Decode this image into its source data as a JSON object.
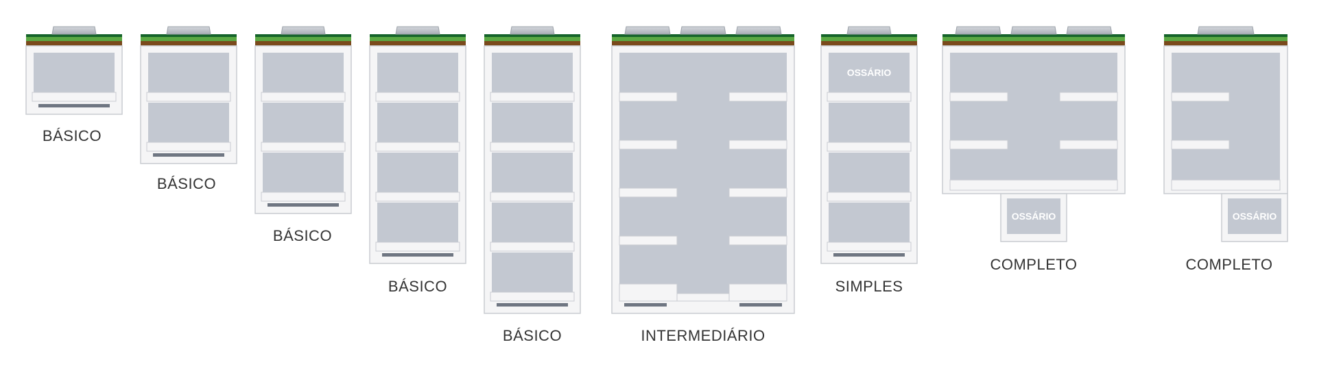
{
  "diagram": {
    "models": [
      {
        "id": "basico-1",
        "label": "BÁSICO",
        "levels": 1
      },
      {
        "id": "basico-2",
        "label": "BÁSICO",
        "levels": 2
      },
      {
        "id": "basico-3",
        "label": "BÁSICO",
        "levels": 3
      },
      {
        "id": "basico-4",
        "label": "BÁSICO",
        "levels": 4
      },
      {
        "id": "basico-5",
        "label": "BÁSICO",
        "levels": 5
      },
      {
        "id": "intermediario",
        "label": "INTERMEDIÁRIO",
        "levels": 5
      },
      {
        "id": "simples",
        "label": "SIMPLES",
        "levels": 4,
        "ossuary_label": "OSSÁRIO"
      },
      {
        "id": "completo-1",
        "label": "COMPLETO",
        "levels": 3,
        "ossuary_label": "OSSÁRIO"
      },
      {
        "id": "completo-2",
        "label": "COMPLETO",
        "levels": 3,
        "ossuary_label": "OSSÁRIO"
      }
    ]
  },
  "colors": {
    "grass": "#1e7a34",
    "grass_light": "#5aa843",
    "soil": "#7a4a1c",
    "lid": "#bcc0c6",
    "wall": "#f5f5f6",
    "wall_edge": "#c9ccd1",
    "chamber": "#c3c8d1",
    "drain": "#6f7682",
    "label": "#333333"
  }
}
